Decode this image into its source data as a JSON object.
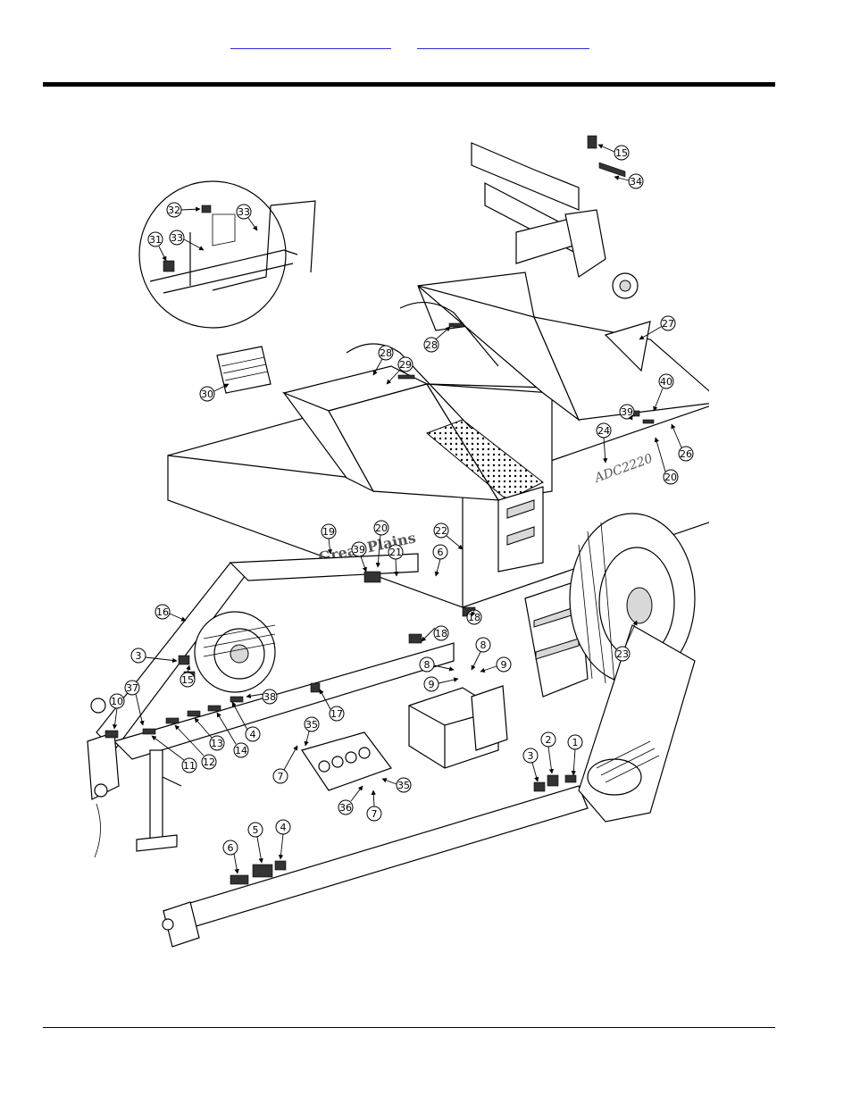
{
  "header": {
    "links": [
      "",
      ""
    ]
  },
  "diagram": {
    "brand_text": "Great Plains",
    "model_text": "ADC2220",
    "callouts": [
      "1",
      "2",
      "3",
      "3",
      "4",
      "4",
      "5",
      "6",
      "6",
      "7",
      "7",
      "8",
      "8",
      "9",
      "9",
      "10",
      "11",
      "12",
      "13",
      "14",
      "15",
      "15",
      "16",
      "17",
      "18",
      "18",
      "19",
      "20",
      "20",
      "21",
      "22",
      "23",
      "24",
      "26",
      "27",
      "28",
      "28",
      "29",
      "30",
      "31",
      "32",
      "33",
      "33",
      "34",
      "35",
      "35",
      "36",
      "37",
      "38",
      "39",
      "39",
      "40"
    ]
  }
}
